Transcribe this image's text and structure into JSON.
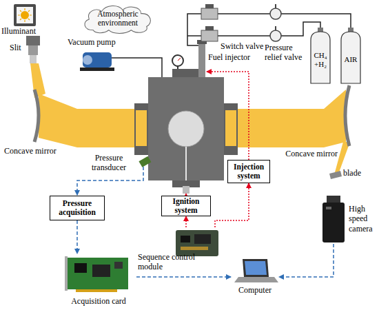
{
  "diagram": {
    "nodes": [
      {
        "text": [
          "Atmospheric environment"
        ]
      },
      {
        "text": [
          "CH₄ +H₂"
        ]
      },
      {
        "text": [
          "AIR"
        ]
      },
      {
        "text": [
          "Injection system"
        ]
      },
      {
        "text": [
          "Pressure acquisition"
        ]
      },
      {
        "text": [
          "Ignition system"
        ]
      },
      {
        "text": [
          "High speed camera"
        ]
      },
      {
        "text": [
          "Sequence control module"
        ]
      },
      {
        "text": [
          "Acquisition card"
        ]
      },
      {
        "text": [
          "Computer"
        ]
      }
    ],
    "edges": [
      {
        "from": 4,
        "to": 8,
        "arrow": "to"
      },
      {
        "from": 8,
        "to": 9,
        "arrow": "to"
      },
      {
        "from": 6,
        "to": 9,
        "arrow": "to"
      },
      {
        "from": 7,
        "to": 5,
        "arrow": "to"
      },
      {
        "from": 7,
        "to": 3,
        "arrow": "to"
      }
    ],
    "labels": [
      "Illuminant",
      "Slit",
      "Vacuum pump",
      "Switch valve",
      "Pressure relief valve",
      "Fuel injector",
      "Concave mirror",
      "Concave mirror",
      "Pressure transducer",
      "blade"
    ]
  }
}
